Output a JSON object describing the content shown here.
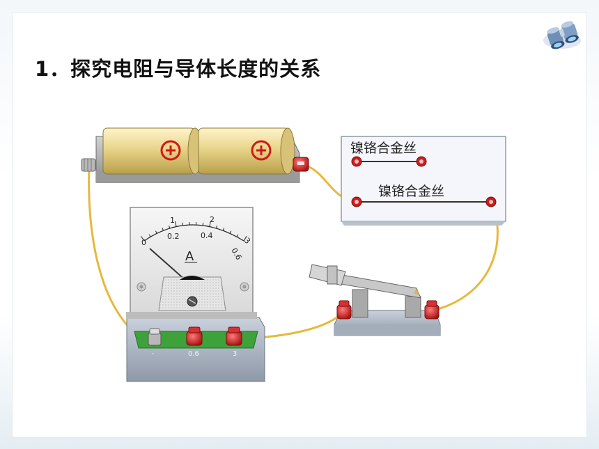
{
  "slide": {
    "title": "1．探究电阻与导体长度的关系"
  },
  "board": {
    "wire_label_top": "镍铬合金丝",
    "wire_label_bottom": "镍铬合金丝"
  },
  "battery": {
    "positive_mark_1": "⊕",
    "positive_mark_2": "⊕"
  },
  "ammeter": {
    "scale_top_labels": [
      "1",
      "2",
      "3"
    ],
    "scale_bottom_labels": [
      "0",
      "0.2",
      "0.4",
      "0.6"
    ],
    "unit": "A",
    "terminal_labels": [
      "-",
      "0.6",
      "3"
    ]
  },
  "colors": {
    "battery_body": "#e8d58a",
    "wire": "#e7b83c",
    "terminal_red": "#cc1e1e",
    "base_green": "#3ea23a"
  },
  "icons": {
    "corner": "binoculars-icon"
  }
}
